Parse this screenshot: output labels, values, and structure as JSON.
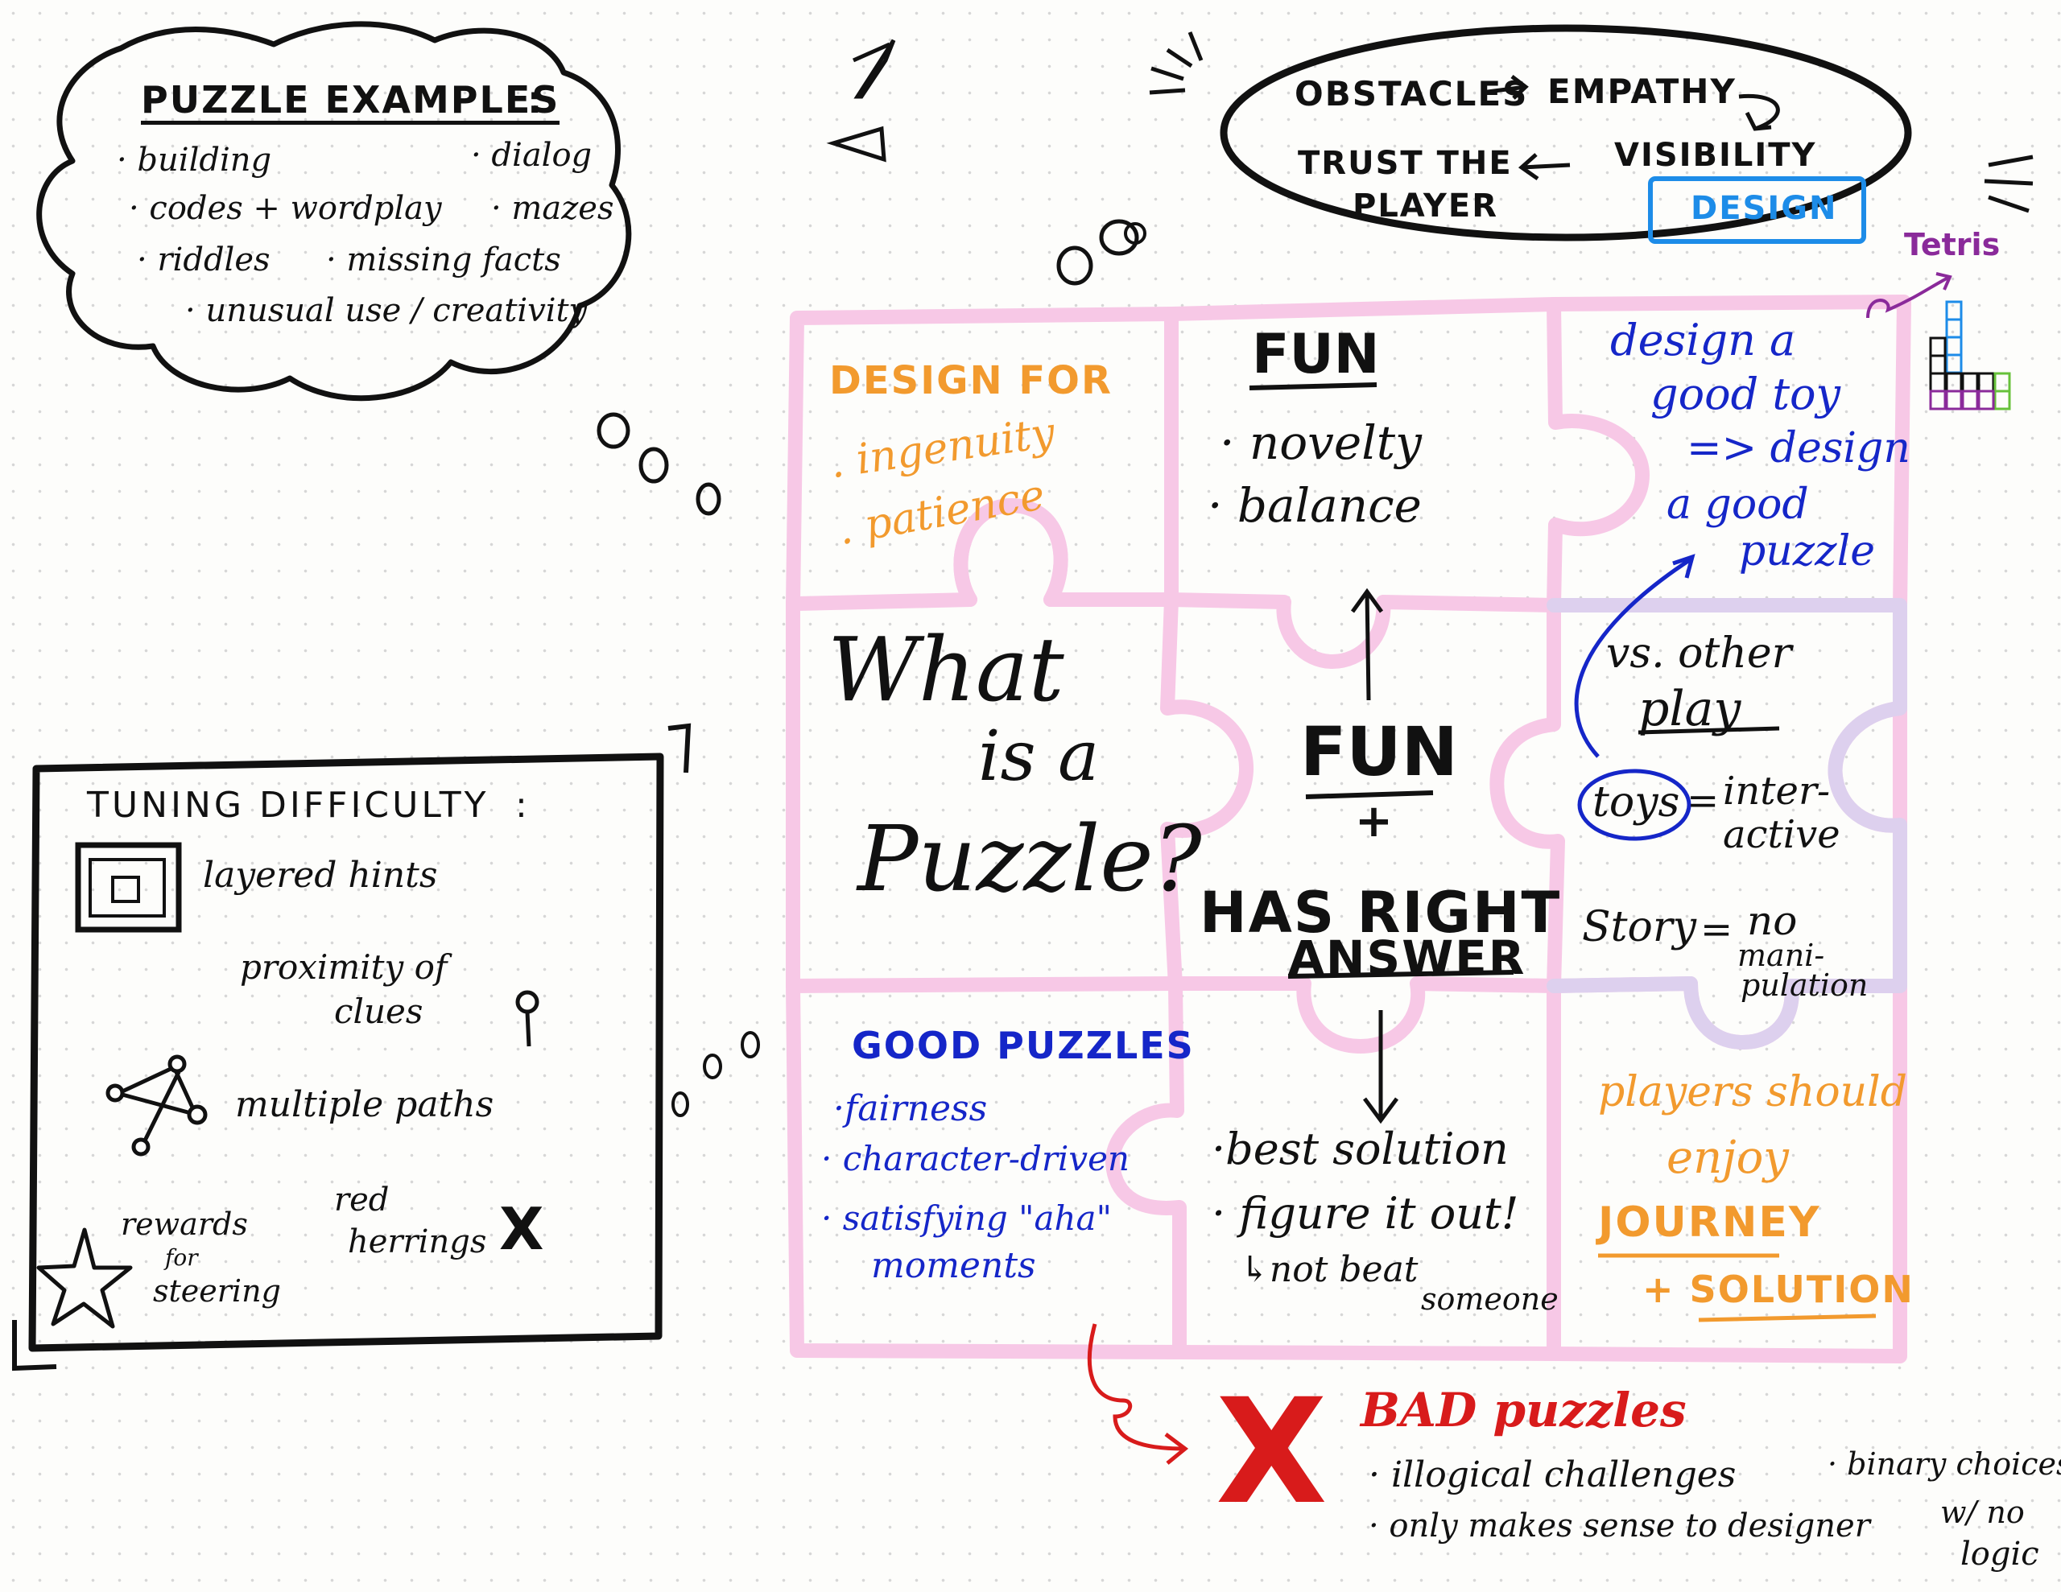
{
  "puzzle_examples": {
    "title": "PUZZLE EXAMPLES",
    "colon": ":",
    "items": [
      "· building",
      "· dialog",
      "· codes + wordplay",
      "· mazes",
      "· riddles",
      "· missing facts",
      "· unusual use / creativity"
    ]
  },
  "design_bubble": {
    "obstacles": "OBSTACLES",
    "empathy": "EMPATHY",
    "visibility": "VISIBILITY",
    "trust": "TRUST THE",
    "player": "PLAYER",
    "design_tag": "DESIGN"
  },
  "tuning": {
    "title": "TUNING DIFFICULTY",
    "colon": ":",
    "layered_hints": "layered hints",
    "proximity": "proximity of",
    "clues": "clues",
    "multiple_paths": "multiple paths",
    "rewards": "rewards",
    "for": "for",
    "steering": "steering",
    "red": "red",
    "herrings": "herrings",
    "x_mark": "X"
  },
  "puzzle_grid": {
    "design_for": {
      "title": "DESIGN FOR",
      "items": [
        ". ingenuity",
        ". patience"
      ]
    },
    "fun": {
      "title": "FUN",
      "items": [
        "· novelty",
        "· balance"
      ]
    },
    "toy": {
      "l1": "design a",
      "l2": "good toy",
      "l3": "=> design",
      "l4": "a good",
      "l5": "puzzle"
    },
    "what": {
      "l1": "What",
      "l2": "is a",
      "l3": "Puzzle?"
    },
    "center": {
      "fun": "FUN",
      "plus": "+",
      "has_right": "HAS RIGHT",
      "answer": "ANSWER"
    },
    "vs_play": {
      "vs": "vs. other",
      "play": "play",
      "toys": "toys",
      "eq": "=",
      "inter": "inter-",
      "active": "active",
      "story": "Story",
      "eq2": "=",
      "no": "no",
      "mani": "mani-",
      "pulation": "pulation"
    },
    "good_puzzles": {
      "title": "GOOD PUZZLES",
      "items": [
        "·fairness",
        "· character-driven",
        "· satisfying \"aha\"",
        "moments"
      ]
    },
    "best": {
      "l1": "·best solution",
      "l2": "· figure it out!",
      "l3": "↳not beat",
      "l4": "someone"
    },
    "players": {
      "l1": "players should",
      "l2": "enjoy",
      "l3": "JOURNEY",
      "l4": "+ SOLUTION"
    }
  },
  "tetris_label": "Tetris",
  "bad_puzzles": {
    "title": "BAD puzzles",
    "x_mark": "X",
    "items": [
      "· illogical challenges",
      "· only makes sense to designer",
      "· binary choices",
      "w/ no",
      "logic"
    ]
  }
}
